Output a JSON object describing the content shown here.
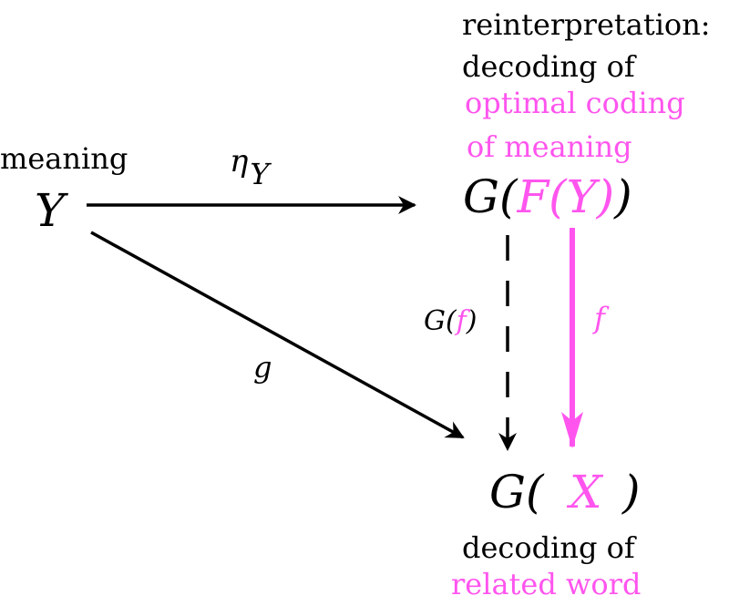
{
  "colors": {
    "black": "#000000",
    "magenta": "#ff55ee"
  },
  "nodes": {
    "source": {
      "caption": "meaning",
      "symbol": "Y"
    },
    "top_right": {
      "caption_line1": "reinterpretation:",
      "caption_line2": "decoding of",
      "caption_line3": "optimal coding",
      "caption_line4": "of meaning",
      "expr_prefix": "G(",
      "expr_inner": "F(Y)",
      "expr_suffix": ")"
    },
    "bottom_right": {
      "expr_prefix": "G(",
      "expr_inner": "X",
      "expr_suffix": ")",
      "caption_line1": "decoding of",
      "caption_line2": "related word"
    }
  },
  "arrows": {
    "eta": {
      "label": "η",
      "subscript": "Y"
    },
    "g": {
      "label": "g"
    },
    "G_f": {
      "label_prefix": "G(",
      "label_inner": "f",
      "label_suffix": ")"
    },
    "f": {
      "label": "f"
    }
  }
}
